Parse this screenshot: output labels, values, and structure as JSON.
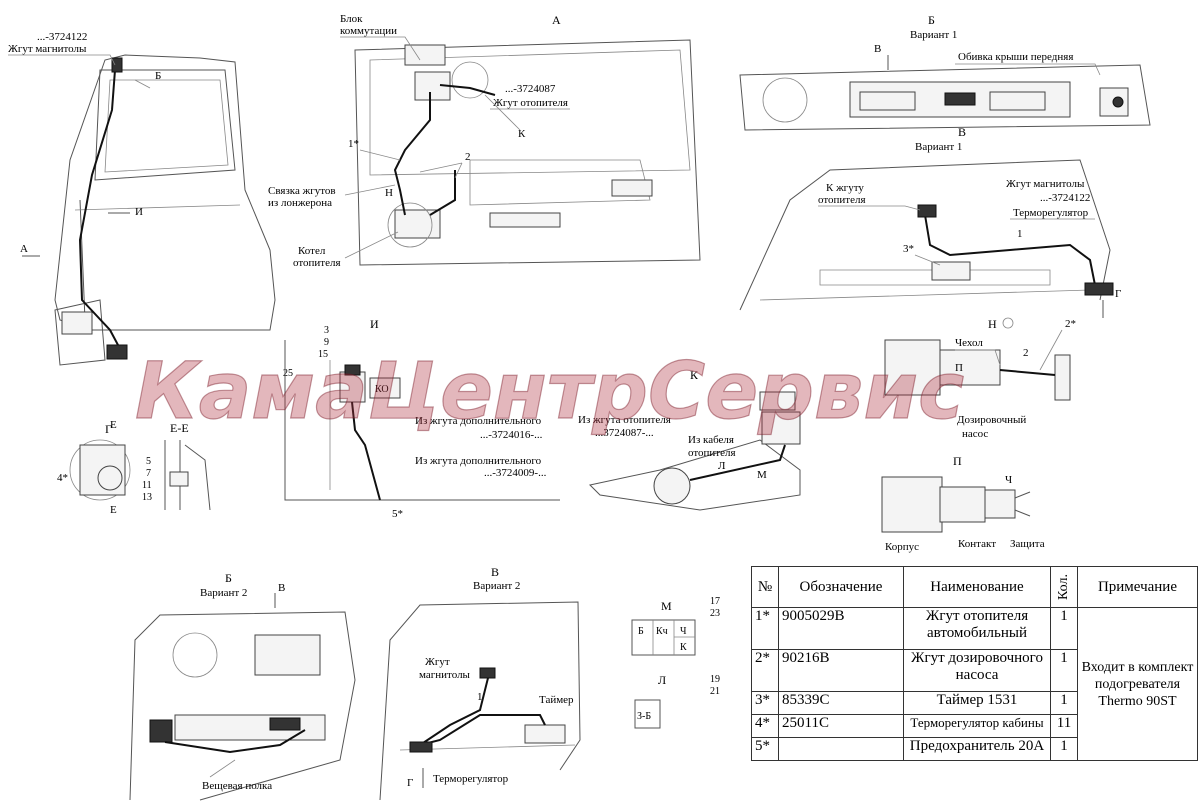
{
  "watermark": "КамаЦентрСервис",
  "views": {
    "A_title": "А",
    "A_side_label": "А",
    "B1_title": "Б",
    "B1_subtitle": "Вариант 1",
    "V1_title": "В",
    "V1_subtitle": "Вариант 1",
    "B2_title": "Б",
    "B2_subtitle": "Вариант 2",
    "V2_title": "В",
    "V2_subtitle": "Вариант 2",
    "I_title": "И",
    "K_title": "К",
    "G_title": "Г",
    "EE_title": "Е-Е",
    "N_title": "Н",
    "P_title": "П",
    "M_title": "М",
    "L_title": "Л"
  },
  "labels": {
    "zhgut_magnitoly_code": "...-3724122",
    "zhgut_magnitoly": "Жгут магнитолы",
    "blok_kommutacii_1": "Блок",
    "blok_kommutacii_2": "коммутации",
    "code_3724087": "...-3724087",
    "zhgut_otopitelya": "Жгут отопителя",
    "svyazka_1": "Связка жгутов",
    "svyazka_2": "из лонжерона",
    "kotel_1": "Котел",
    "kotel_2": "отопителя",
    "obivka": "Обивка крыши передняя",
    "k_zhgutu_1": "К жгуту",
    "k_zhgutu_2": "отопителя",
    "zhgut_magnitoly_v1": "Жгут магнитолы",
    "code_3724122_v1": "...-3724122",
    "termoregulyator": "Терморегулятор",
    "chehol": "Чехол",
    "dozir_1": "Дозировочный",
    "dozir_2": "насос",
    "iz_dop_1": "Из жгута дополнительного",
    "iz_dop_1_code": "...-3724016-...",
    "iz_dop_2": "Из жгута дополнительного",
    "iz_dop_2_code": "...-3724009-...",
    "iz_otop": "Из жгута отопителя",
    "iz_otop_code": "...3724087-...",
    "iz_kabelya_1": "Из кабеля",
    "iz_kabelya_2": "отопителя",
    "korpus": "Корпус",
    "kontakt": "Контакт",
    "zashchita": "Защита",
    "veshchevaya": "Вещевая полка",
    "zhgut_magn_v2_1": "Жгут",
    "zhgut_magn_v2_2": "магнитолы",
    "taymer": "Таймер",
    "termoreg_v2": "Терморегулятор",
    "ko": "КО",
    "conn_1a": "Б",
    "conn_1b": "Кч",
    "conn_1c": "Ч",
    "conn_1d": "К",
    "conn_2": "З-Б"
  },
  "callouts": {
    "c1": "1*",
    "c2": "2",
    "c3": "3",
    "c9": "9",
    "c15": "15",
    "c25": "25",
    "c5s": "5*",
    "c4s": "4*",
    "c5": "5",
    "c7": "7",
    "c11": "11",
    "c13": "13",
    "c17": "17",
    "c23": "23",
    "c19": "19",
    "c21": "21",
    "c3s": "3*",
    "c1v": "1",
    "c2s": "2*",
    "c2v": "2",
    "c1v2": "1",
    "letter_B": "Б",
    "letter_V": "В",
    "letter_I": "И",
    "letter_K": "К",
    "letter_N": "Н",
    "letter_G": "Г",
    "letter_E": "Е",
    "letter_L": "Л",
    "letter_M": "М",
    "letter_P": "П",
    "letter_Ch": "Ч"
  },
  "table": {
    "headers": [
      "№",
      "Обозначение",
      "Наименование",
      "Кол.",
      "Примечание"
    ],
    "rows": [
      {
        "no": "1*",
        "code": "9005029В",
        "name": "Жгут отопителя",
        "name2": "автомобильный",
        "qty": "1"
      },
      {
        "no": "2*",
        "code": "90216В",
        "name": "Жгут дозировочного",
        "name2": "насоса",
        "qty": "1"
      },
      {
        "no": "3*",
        "code": "85339С",
        "name": "Таймер 1531",
        "name2": "",
        "qty": "1"
      },
      {
        "no": "4*",
        "code": "25011С",
        "name": "Терморегулятор кабины",
        "name2": "",
        "qty": "11"
      },
      {
        "no": "5*",
        "code": "",
        "name": "Предохранитель 20А",
        "name2": "",
        "qty": "1"
      }
    ],
    "note_1": "Входит в комплект",
    "note_2": "подогревателя",
    "note_3": "Thermo 90ST"
  }
}
